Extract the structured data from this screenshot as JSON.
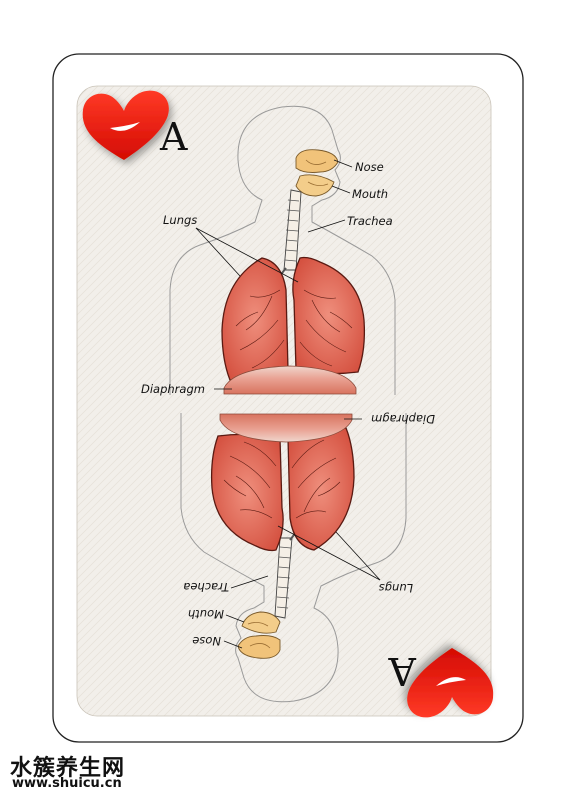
{
  "card": {
    "rank": "A",
    "suit_icon": "heart-icon",
    "suit_color": "#e8160c",
    "labels": {
      "nose": "Nose",
      "mouth": "Mouth",
      "trachea": "Trachea",
      "lungs": "Lungs",
      "diaphragm": "Diaphragm"
    }
  },
  "watermark": {
    "site_name": "水簇养生网",
    "url": "www.shuicu.cn"
  }
}
